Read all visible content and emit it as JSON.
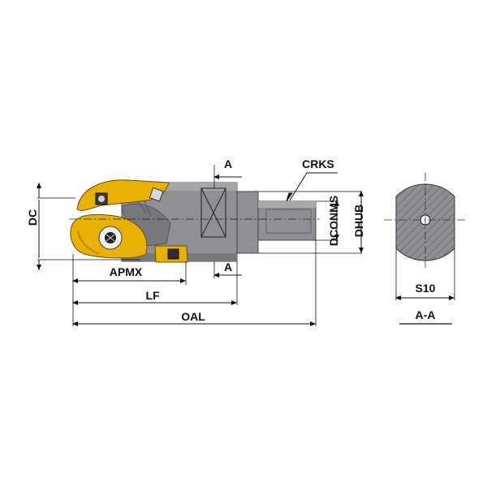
{
  "drawing": {
    "labels": {
      "dc": "DC",
      "apmx": "APMX",
      "lf": "LF",
      "oal": "OAL",
      "section_top": "A",
      "section_bottom": "A",
      "crks": "CRKS",
      "dconms": "DCONMS",
      "dhub": "DHUB",
      "s10": "S10",
      "section_view": "A-A"
    },
    "colors": {
      "body_steel": "#8f8f95",
      "body_dark": "#5f5f64",
      "insert_gold": "#e8b000",
      "insert_dark": "#b98600",
      "line": "#111111"
    }
  }
}
